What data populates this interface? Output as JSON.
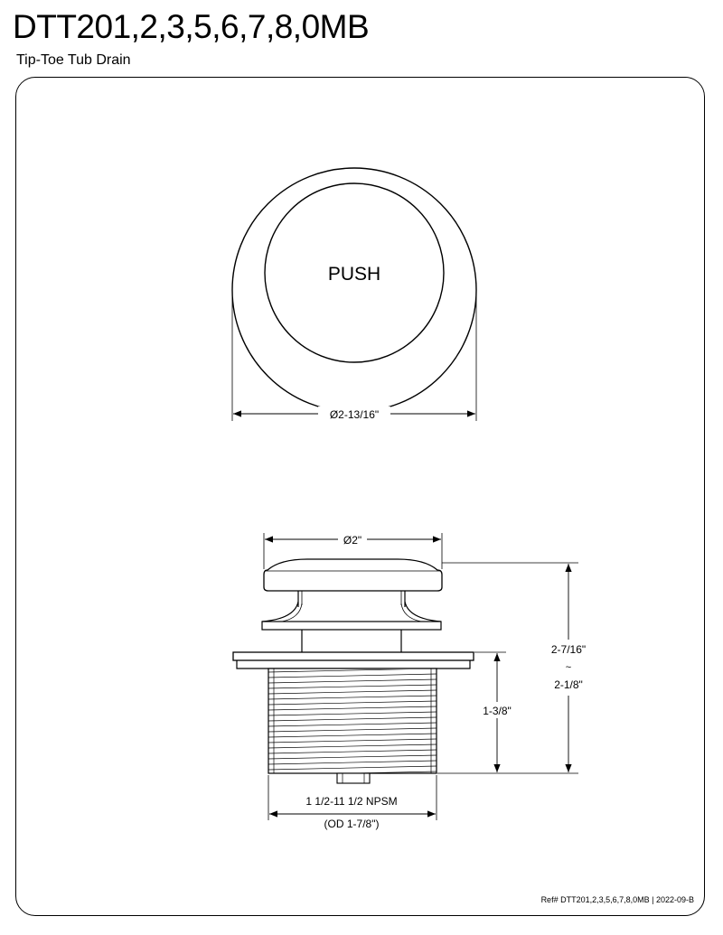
{
  "header": {
    "model": "DTT201,2,3,5,6,7,8,0MB",
    "product_name": "Tip-Toe Tub Drain"
  },
  "top_view": {
    "cap_label": "PUSH",
    "diameter_label": "Ø2-13/16\""
  },
  "side_view": {
    "cap_diameter_label": "Ø2\"",
    "height_max_label": "2-7/16\"",
    "height_sep_label": "~",
    "height_min_label": "2-1/8\"",
    "body_height_label": "1-3/8\"",
    "thread_label": "1 1/2-11 1/2 NPSM",
    "thread_od_label": "(OD 1-7/8\")"
  },
  "footer": {
    "reference": "Ref# DTT201,2,3,5,6,7,8,0MB | 2022-09-B"
  }
}
